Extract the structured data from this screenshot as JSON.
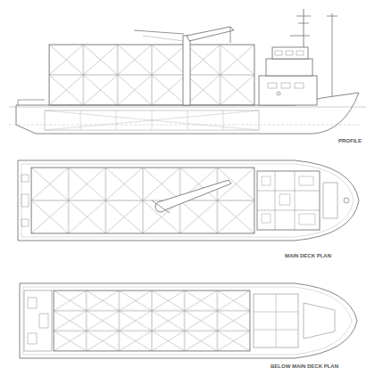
{
  "diagram": {
    "labels": [
      "PROFILE",
      "MAIN DECK PLAN",
      "BELOW MAIN DECK PLAN"
    ]
  }
}
